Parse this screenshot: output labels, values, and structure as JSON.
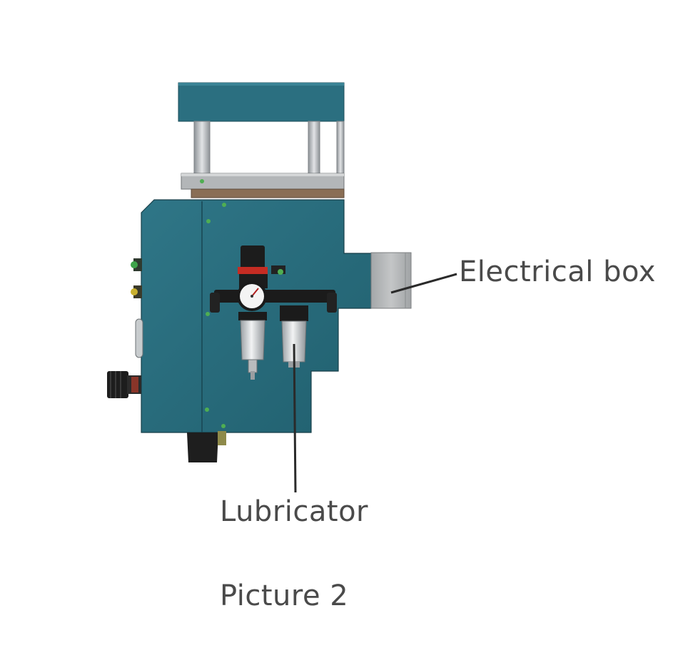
{
  "labels": {
    "electrical_box": "Electrical box",
    "lubricator": "Lubricator"
  },
  "caption": "Picture 2",
  "colors": {
    "machine_body": "#2b6f80",
    "machine_body_dark": "#1f5563",
    "steel": "#b8bcbf",
    "electrical_box": "#b0b2b3",
    "leader_line": "#2a2a2a",
    "text": "#4a4a4a"
  }
}
